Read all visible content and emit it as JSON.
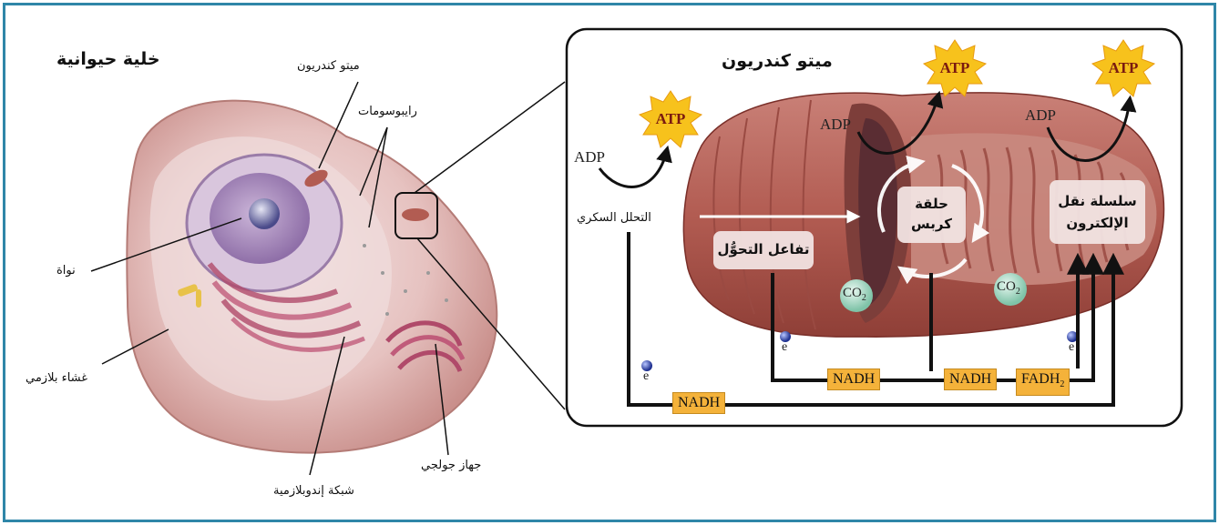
{
  "cell": {
    "title": "خلية حيوانية",
    "labels": {
      "mitochondrion": "ميتو كندريون",
      "ribosomes": "رايبوسومات",
      "nucleus": "نواة",
      "membrane": "غشاء بلازمي",
      "er": "شبكة إندوبلازمية",
      "golgi": "جهاز جولجي"
    }
  },
  "mito": {
    "title": "ميتو كندريون",
    "glycolysis": "التحلل السكري",
    "transition": "تفاعل التحوُّل",
    "krebs_line1": "حلقة",
    "krebs_line2": "كربس",
    "etc_line1": "سلسلة نقل",
    "etc_line2": "الإلكترون",
    "atp": "ATP",
    "adp": "ADP",
    "co2": "CO",
    "co2_sub": "2",
    "electron": "e",
    "nadh": "NADH",
    "fadh": "FADH",
    "fadh_sub": "2"
  },
  "colors": {
    "frame": "#2f86a8",
    "atp_star": "#f7c21c",
    "carrier": "#f4b23a",
    "mito_body": "#b8645a",
    "co2_sphere": "#a9dcc9"
  }
}
